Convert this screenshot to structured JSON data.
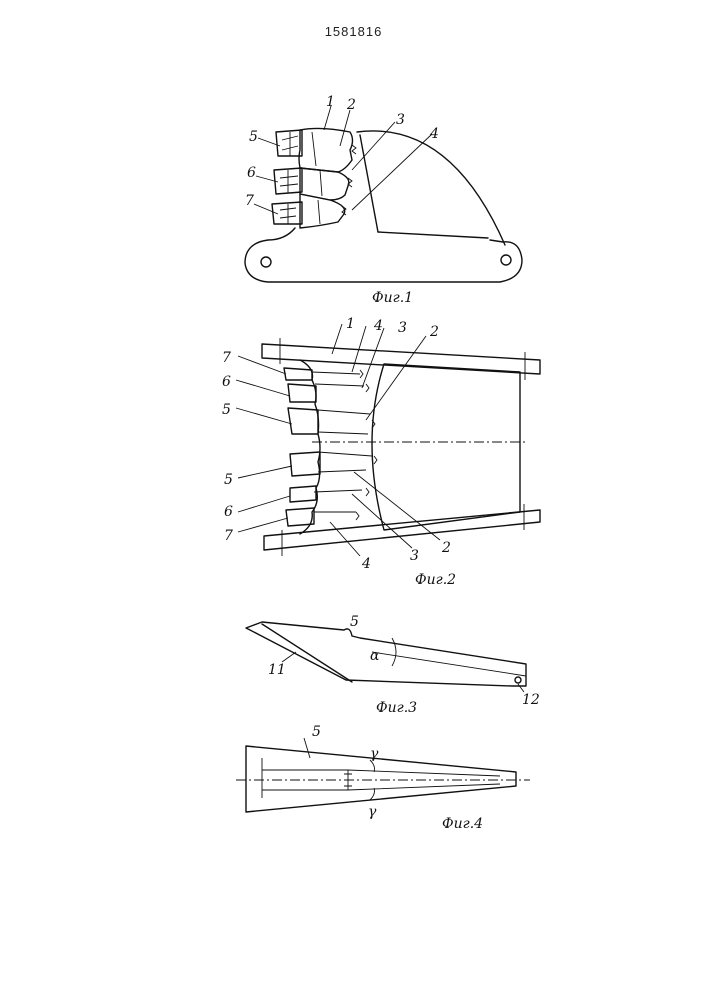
{
  "header": {
    "patent_number": "1581816"
  },
  "figures": [
    {
      "id": "fig1",
      "caption": "Фиг.1",
      "labels": [
        "1",
        "2",
        "3",
        "4",
        "5",
        "6",
        "7"
      ]
    },
    {
      "id": "fig2",
      "caption": "Фиг.2",
      "labels": [
        "1",
        "4",
        "3",
        "2",
        "7",
        "6",
        "5",
        "5",
        "6",
        "7",
        "2",
        "3",
        "4"
      ]
    },
    {
      "id": "fig3",
      "caption": "Фиг.3",
      "labels": [
        "5",
        "α",
        "11",
        "12"
      ]
    },
    {
      "id": "fig4",
      "caption": "Фиг.4",
      "labels": [
        "5",
        "γ",
        "γ"
      ]
    }
  ]
}
